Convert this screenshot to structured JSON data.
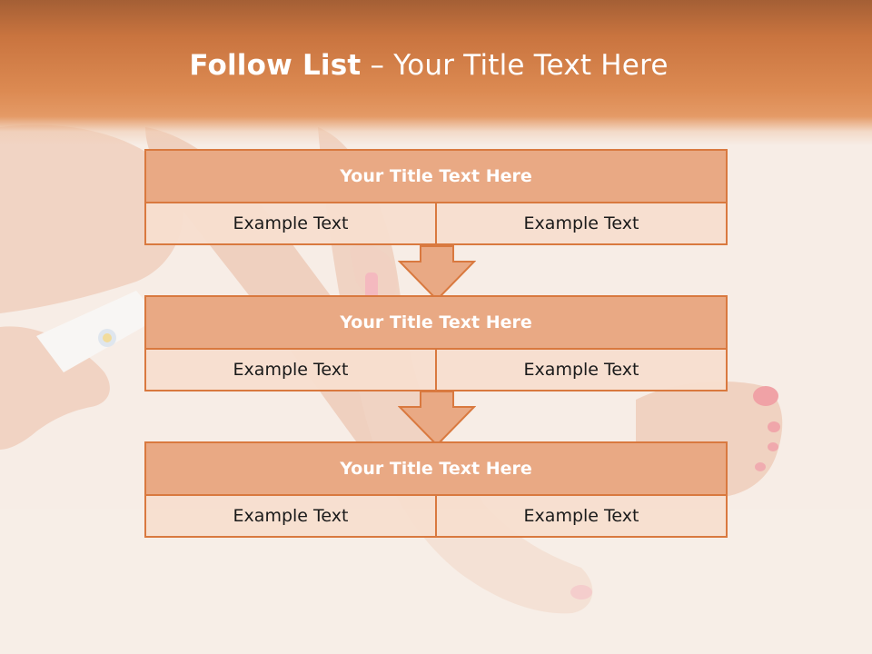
{
  "slide": {
    "title_bold": "Follow List",
    "title_rest": " – Your Title Text Here"
  },
  "blocks": [
    {
      "title": "Your Title Text Here",
      "left": "Example Text",
      "right": "Example Text"
    },
    {
      "title": "Your Title Text Here",
      "left": "Example Text",
      "right": "Example Text"
    },
    {
      "title": "Your Title Text Here",
      "left": "Example Text",
      "right": "Example Text"
    }
  ],
  "colors": {
    "accent": "#d9793f",
    "header_fill": "#e9a984",
    "cell_fill": "#f7decf",
    "band_dark": "#a45f35",
    "band_light": "#e49a66"
  },
  "background_image": "faded photo of legs and feet with pink-painted toenails and a razor"
}
